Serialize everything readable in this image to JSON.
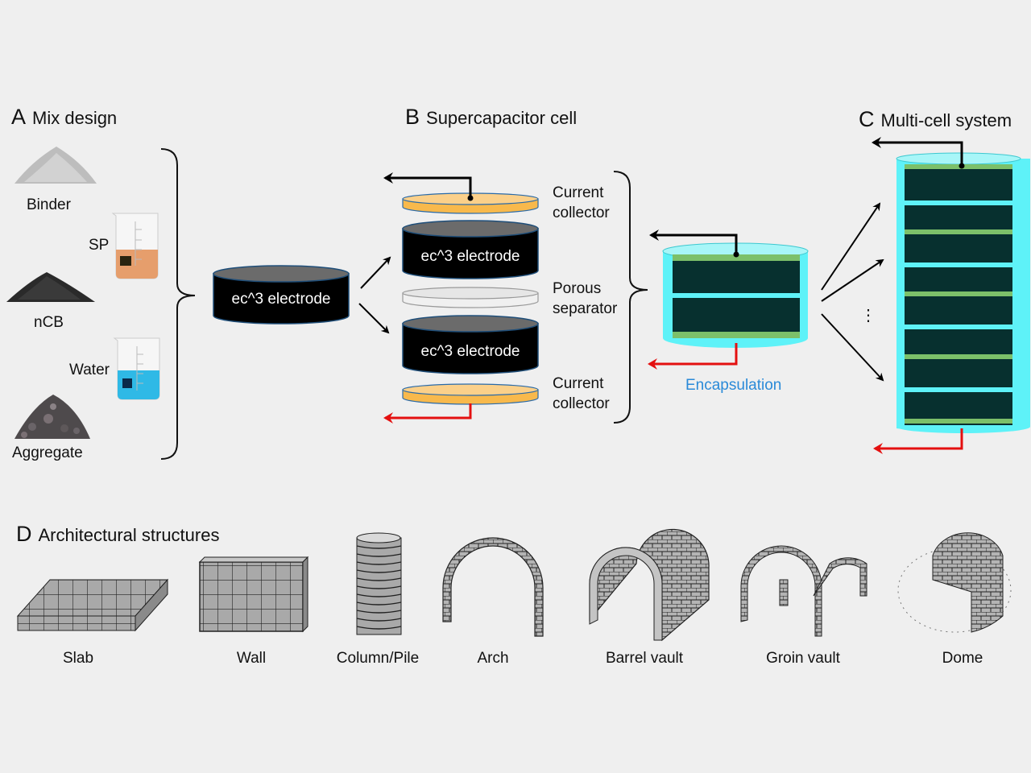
{
  "panels": {
    "A": {
      "letter": "A",
      "title": "Mix design",
      "items": [
        {
          "label": "Binder",
          "kind": "powder"
        },
        {
          "label": "SP",
          "kind": "beaker"
        },
        {
          "label": "nCB",
          "kind": "powder"
        },
        {
          "label": "Water",
          "kind": "beaker"
        },
        {
          "label": "Aggregate",
          "kind": "gravel"
        }
      ],
      "result": "ec^3 electrode"
    },
    "B": {
      "letter": "B",
      "title": "Supercapacitor cell",
      "layers": [
        {
          "label_line1": "Current",
          "label_line2": "collector"
        },
        {
          "text": "ec^3 electrode"
        },
        {
          "label_line1": "Porous",
          "label_line2": "separator"
        },
        {
          "text": "ec^3 electrode"
        },
        {
          "label_line1": "Current",
          "label_line2": "collector"
        }
      ]
    },
    "cell": {
      "encapsulation_label": "Encapsulation"
    },
    "C": {
      "letter": "C",
      "title": "Multi-cell system",
      "ellipsis": "⋮"
    },
    "D": {
      "letter": "D",
      "title": "Architectural structures",
      "structures": [
        "Slab",
        "Wall",
        "Column/Pile",
        "Arch",
        "Barrel vault",
        "Groin vault",
        "Dome"
      ]
    }
  },
  "colors": {
    "background": "#efefef",
    "collector": "#f8b94c",
    "electrode": "#000000",
    "separator": "#e4e4e4",
    "encapsulation": "#5ef2f8",
    "cell_body": "#07302f",
    "current_collector_green": "#7cc06a",
    "positive_lead": "#000000",
    "negative_lead": "#e41010",
    "encapsulation_text": "#2a8ad8",
    "sp_liquid": "#e69e6c",
    "water_liquid": "#2fb9e6",
    "brick": "#a8a8a8"
  }
}
